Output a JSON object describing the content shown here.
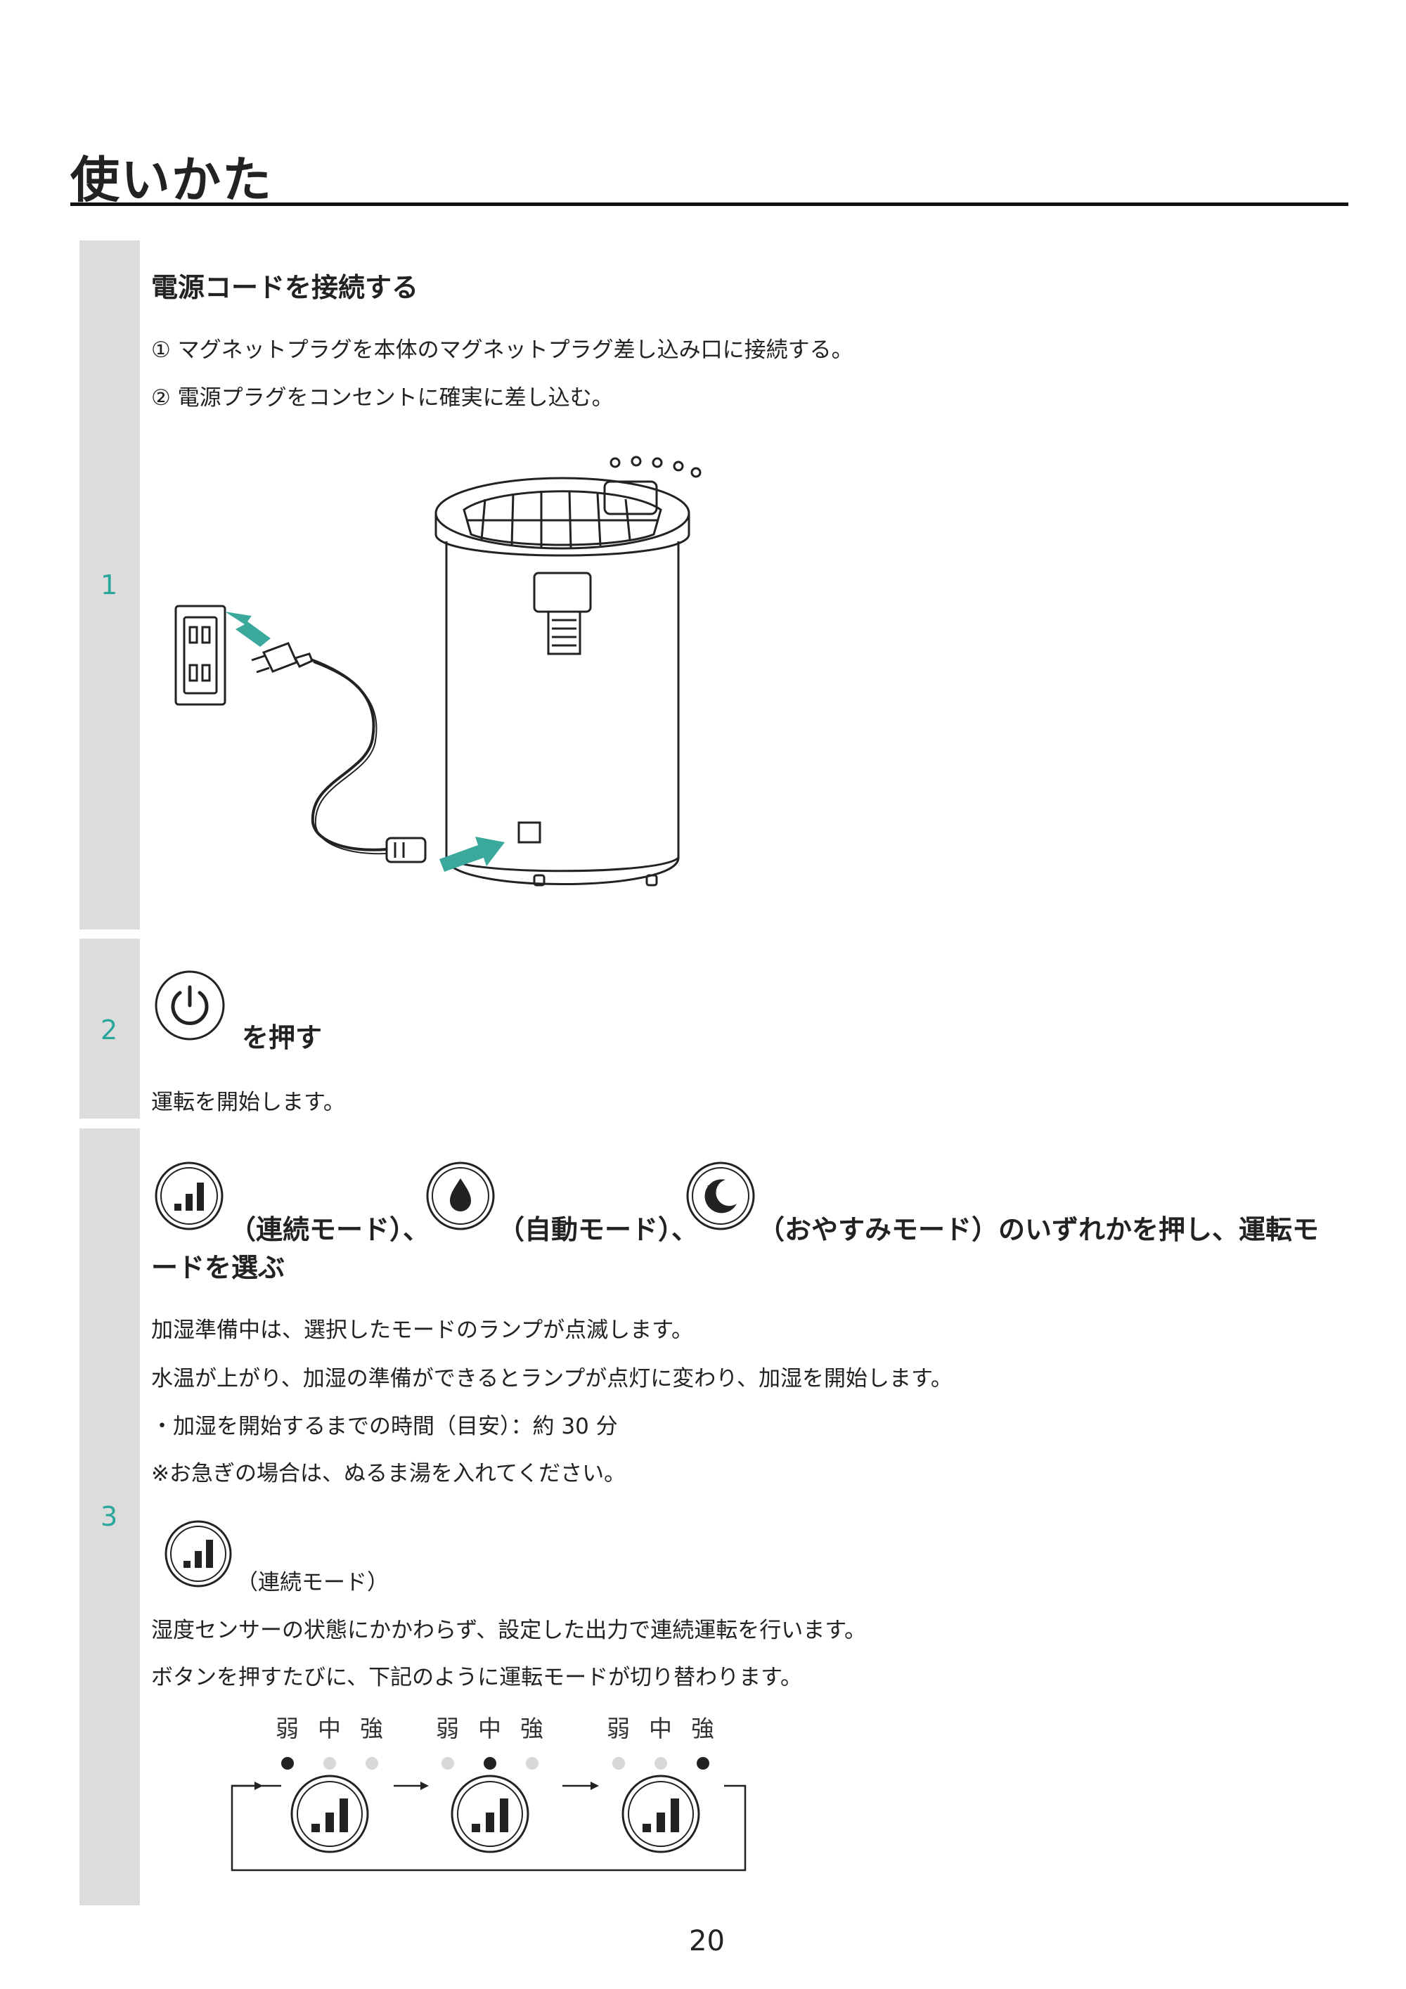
{
  "page_title": "使いかた",
  "steps": [
    {
      "number": "1",
      "heading": "電源コードを接続する",
      "lines": [
        "① マグネットプラグを本体のマグネットプラグ差し込み口に接続する。",
        "② 電源プラグをコンセントに確実に差し込む。"
      ]
    },
    {
      "number": "2",
      "heading": "を押す",
      "body": "運転を開始します。",
      "icon": "power-icon"
    },
    {
      "number": "3",
      "heading_part1": "（連続モード）、",
      "heading_part2": "（自動モード）、",
      "heading_part3": "（おやすみモード）のいずれかを押し、運転モ",
      "heading_part4": "ードを選ぶ",
      "lines": [
        "加湿準備中は、選択したモードのランプが点滅します。",
        "水温が上がり、加湿の準備ができるとランプが点灯に変わり、加湿を開始します。",
        "・加湿を開始するまでの時間（目安）：約 30 分",
        "※お急ぎの場合は、ぬるま湯を入れてください。"
      ],
      "continuous_label": "（連続モード）",
      "continuous_lines": [
        "湿度センサーの状態にかかわらず、設定した出力で連続運転を行います。",
        "ボタンを押すたびに、下記のように運転モードが切り替わります。"
      ],
      "level_labels": [
        "弱",
        "中",
        "強"
      ],
      "icons": [
        "bars-icon",
        "drop-icon",
        "moon-star-icon"
      ]
    }
  ],
  "page_number": "20",
  "colors": {
    "accent": "#2aa79b",
    "bar": "#dcdcdc",
    "arrow": "#3aa89b"
  }
}
